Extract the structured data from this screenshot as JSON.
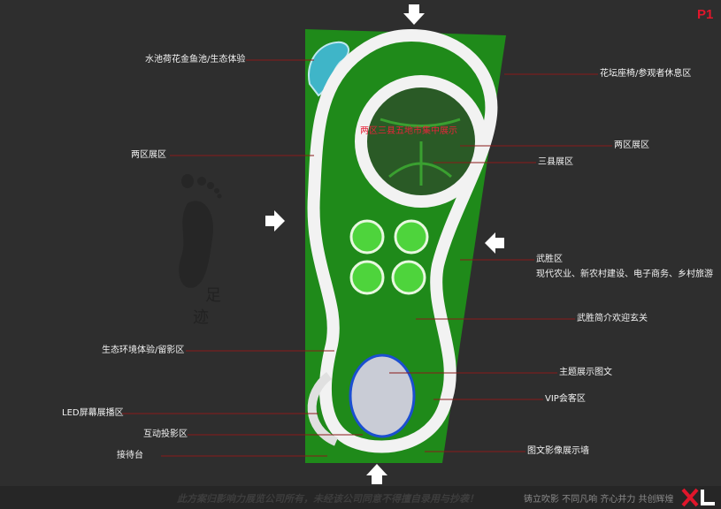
{
  "page_label": "P1",
  "watermark_logo": "足迹",
  "center_title": "两区三县五地市集中展示",
  "labels_left": [
    "水池荷花金鱼池/生态体验",
    "两区展区",
    "生态环境体验/留影区",
    "LED屏幕展播区",
    "互动投影区",
    "接待台"
  ],
  "labels_right": [
    "花坛座椅/参观者休息区",
    "两区展区",
    "三县展区",
    "武胜区",
    "现代农业、新农村建设、电子商务、乡村旅游",
    "武胜简介欢迎玄关",
    "主题展示图文",
    "VIP会客区",
    "图文影像展示墙"
  ],
  "footer": {
    "copyright": "此方案归影响力展览公司所有，未经该公司同意不得擅自录用与抄袭！",
    "slogan": "铸立吹影 不同凡响 齐心并力 共创辉煌",
    "logo": "XL"
  },
  "colors": {
    "grass": "#1f8a1a",
    "path": "#ececec",
    "accent": "#e0162b",
    "leader": "#8b1a1a"
  }
}
